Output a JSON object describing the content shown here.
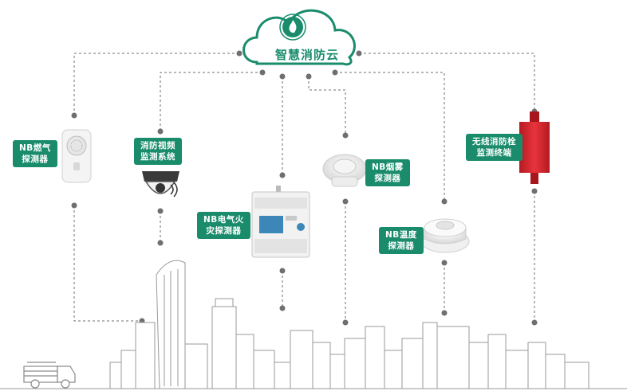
{
  "cloud": {
    "title": "智慧消防云"
  },
  "devices": [
    {
      "id": "gas",
      "label": "NB燃气\n探测器"
    },
    {
      "id": "video",
      "label": "消防视频\n监测系统"
    },
    {
      "id": "electric",
      "label": "NB电气火\n灾探测器"
    },
    {
      "id": "smoke",
      "label": "NB烟雾\n探测器"
    },
    {
      "id": "temp",
      "label": "NB温度\n探测器"
    },
    {
      "id": "hydrant",
      "label": "无线消防栓\n监测终端"
    }
  ],
  "colors": {
    "accent": "#1a8c6c",
    "line": "#6f6f6f",
    "city": "#9a9a9a",
    "hydrant": "#d7262f"
  }
}
